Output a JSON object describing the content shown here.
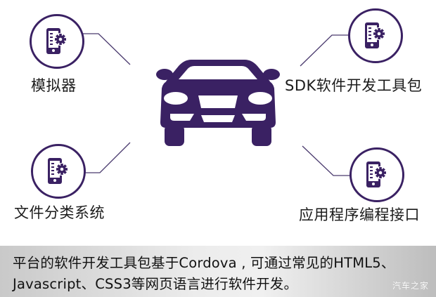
{
  "diagram": {
    "center": {
      "icon": "car-front-icon"
    },
    "nodes": [
      {
        "id": "simulator",
        "label": "模拟器",
        "icon": "phone-gear-icon",
        "position": "top-left"
      },
      {
        "id": "sdk",
        "label": "SDK软件开发工具包",
        "icon": "phone-gear-icon",
        "position": "top-right"
      },
      {
        "id": "filesystem",
        "label": "文件分类系统",
        "icon": "phone-gear-icon",
        "position": "bottom-left"
      },
      {
        "id": "api",
        "label": "应用程序编程接口",
        "icon": "phone-gear-icon",
        "position": "bottom-right"
      }
    ],
    "colors": {
      "accent": "#3a2163",
      "connector": "#4a3a6e",
      "text": "#1b1b1b"
    }
  },
  "caption": {
    "line1": "平台的软件开发工具包基于Cordova , 可通过常见的HTML5、",
    "line2": "Javascript、CSS3等网页语言进行软件开发。"
  },
  "watermark": "汽车之家"
}
